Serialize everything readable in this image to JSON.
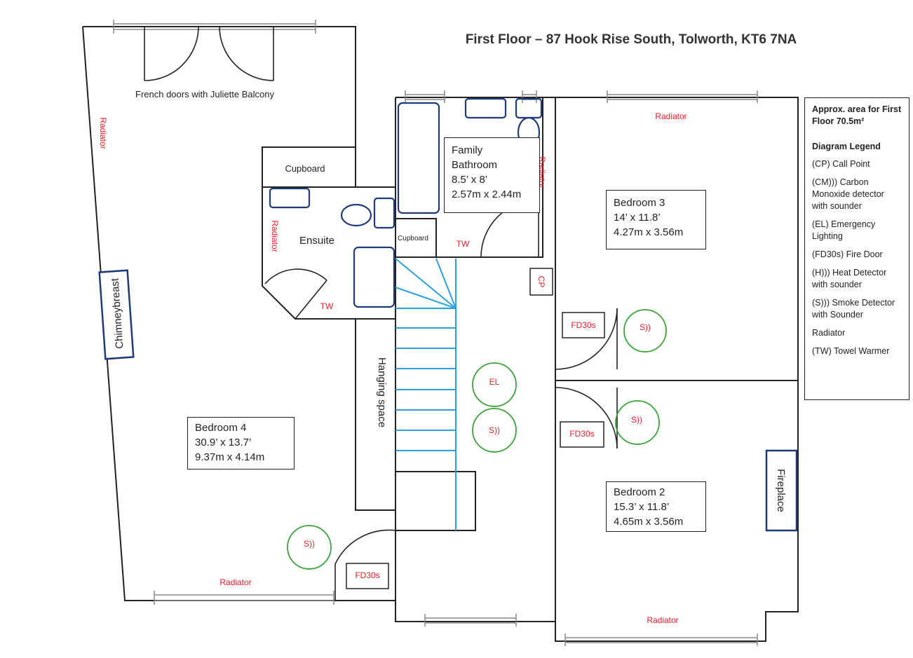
{
  "title": "First Floor – 87 Hook Rise South, Tolworth, KT6 7NA",
  "legend": {
    "area": "Approx. area for First Floor 70.5m²",
    "heading": "Diagram Legend",
    "items": [
      "(CP) Call Point",
      "(CM))) Carbon Monoxide detector with sounder",
      "(EL) Emergency Lighting",
      "(FD30s) Fire Door",
      "(H))) Heat Detector with sounder",
      "(S))) Smoke Detector with Sounder",
      "Radiator",
      "(TW) Towel Warmer"
    ]
  },
  "rooms": {
    "bedroom4": {
      "name": "Bedroom 4",
      "imperial": "30.9’ x 13.7’",
      "metric": "9.37m x 4.14m"
    },
    "bedroom3": {
      "name": "Bedroom 3",
      "imperial": "14’ x 11.8’",
      "metric": "4.27m x 3.56m"
    },
    "bedroom2": {
      "name": "Bedroom 2",
      "imperial": "15.3’ x 11.8’",
      "metric": "4.65m x 3.56m"
    },
    "bathroom": {
      "name_line1": "Family",
      "name_line2": "Bathroom",
      "imperial": "8.5’ x 8’",
      "metric": "2.57m x 2.44m"
    },
    "ensuite": {
      "name": "Ensuite"
    }
  },
  "labels": {
    "french_doors": "French doors with Juliette Balcony",
    "cupboard": "Cupboard",
    "cupboard_small": "Cupboard",
    "chimneybreast": "Chimneybreast",
    "hanging_space": "Hanging space",
    "fireplace": "Fireplace",
    "radiator": "Radiator",
    "tw": "TW",
    "cp": "CP",
    "fd30s": "FD30s",
    "smoke": "S))",
    "el": "EL"
  },
  "colors": {
    "wall": "#222222",
    "fixture": "#1f3a78",
    "stairs": "#2aa0e0",
    "safety_red": "#e0202a",
    "detector_green": "#3aa33a",
    "window_grey": "#888888"
  }
}
